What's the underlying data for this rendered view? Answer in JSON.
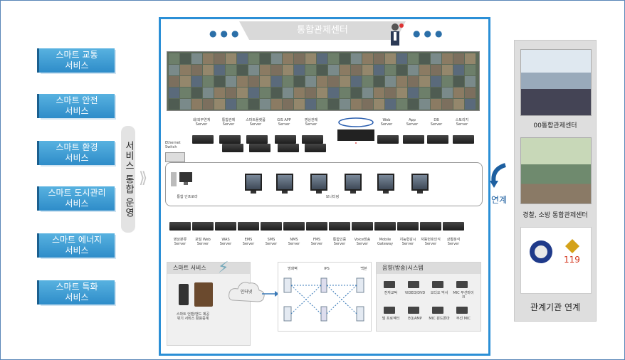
{
  "services": [
    "스마트 교통\n서비스",
    "스마트 안전\n서비스",
    "스마트 환경\n서비스",
    "스마트 도시관리\n서비스",
    "스마트 에너지\n서비스",
    "스마트 특화\n서비스"
  ],
  "vertical_label": "서비스 통합 운영",
  "center_title": "통합관제센터",
  "top_servers": [
    "내/외부연계\nServer",
    "통합관제\nServer",
    "스마트플랫폼\nServer",
    "GIS APP\nServer",
    "영상관제\nServer",
    "Web\nServer",
    "App\nServer",
    "DB\nServer",
    "스토리지\nServer"
  ],
  "ethernet_label": "Ethernet\nSwitch",
  "terminal_label": "통합 인프로라",
  "monitor_label": "모니터링",
  "bottom_servers": [
    "영상분류\nServer",
    "포털 Web\nServer",
    "WAS\nServer",
    "EMS\nServer",
    "SMS\nServer",
    "NMS\nServer",
    "FMS\nServer",
    "통합인증\nServer",
    "Voice방송\nServer",
    "Mobile\nGateway",
    "지능형감시\nServer",
    "자동번호인식\nServer",
    "상황분석\nServer"
  ],
  "smart_service": {
    "title": "스마트 서비스",
    "caption": "스마트 언팬/맨드 제공\n위기 서비스 활용중계"
  },
  "network": {
    "cloud": "인터넷",
    "top_labels": [
      "방화벽",
      "IPS",
      "백본"
    ]
  },
  "broadcast": {
    "title": "음향(방송)시스템",
    "items": [
      "전자교탁",
      "VIDEO/DVD",
      "오디오 믹서",
      "MIC 무선마이크",
      "빔 프로젝터",
      "EQ/AMP",
      "MIC 핀드폰마",
      "무선 MIC"
    ]
  },
  "linkage_label": "연계",
  "right_panel": {
    "photo1_caption": "00통합관제센터",
    "photo2_caption": "경찰, 소방 통합관제센터",
    "emblem_number": "119",
    "footer": "관계기관 연계"
  },
  "colors": {
    "service_blue": "#2e8cc9",
    "frame_blue": "#2b8fd6",
    "band_gray": "#d9d9d9"
  }
}
